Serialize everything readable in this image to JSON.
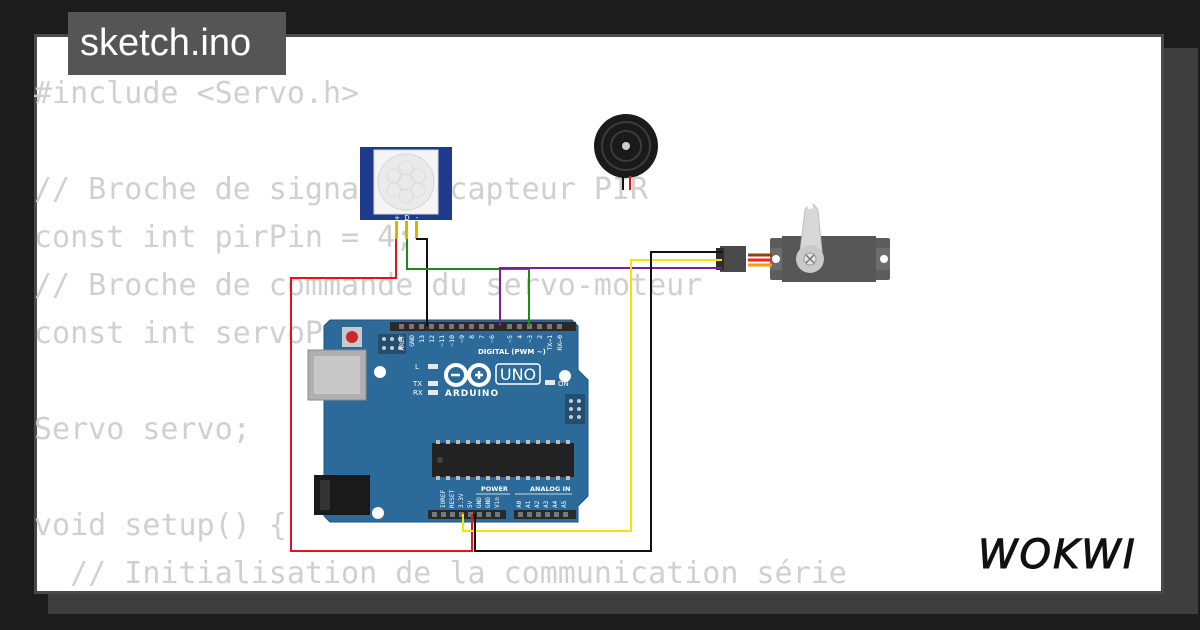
{
  "file_tab": {
    "title": "sketch.ino"
  },
  "code_lines": [
    "#include <Servo.h>",
    "",
    "// Broche de signal du capteur PIR",
    "const int pirPin = 4;",
    "// Broche de commande du servo-moteur",
    "const int servoPin = 7;",
    "",
    "Servo servo;",
    "",
    "void setup() {",
    "  // Initialisation de la communication série"
  ],
  "arduino": {
    "model": "UNO",
    "brand": "ARDUINO",
    "digital_label": "DIGITAL (PWM ~)",
    "power_label": "POWER",
    "analog_label": "ANALOG IN",
    "top_pins": [
      "AREF",
      "GND",
      "13",
      "12",
      "~11",
      "~10",
      "~9",
      "8",
      "7",
      "~6",
      "~5",
      "4",
      "~3",
      "2",
      "TX→1",
      "RX←0"
    ],
    "power_pins": [
      "IOREF",
      "RESET",
      "3.3V",
      "5V",
      "GND",
      "GND",
      "Vin"
    ],
    "analog_pins": [
      "A0",
      "A1",
      "A2",
      "A3",
      "A4",
      "A5"
    ],
    "led_l": "L",
    "led_tx": "TX",
    "led_rx": "RX",
    "led_on": "ON"
  },
  "pir": {
    "pin_labels": [
      "+",
      "D",
      "-"
    ]
  },
  "brand_logo": "WOKWI",
  "colors": {
    "background": "#1c1c1c",
    "card": "#ffffff",
    "tab": "#555555",
    "code_text": "#d0d0d0",
    "board": "#2b6a99",
    "wire_red": "#e0161b",
    "wire_black": "#111111",
    "wire_green": "#1a8c1a",
    "wire_purple": "#7a1fa0",
    "wire_yellow": "#f4e400"
  },
  "icons": [
    "arduino-infinity-logo",
    "pir-sensor",
    "piezo-buzzer",
    "servo-motor"
  ]
}
